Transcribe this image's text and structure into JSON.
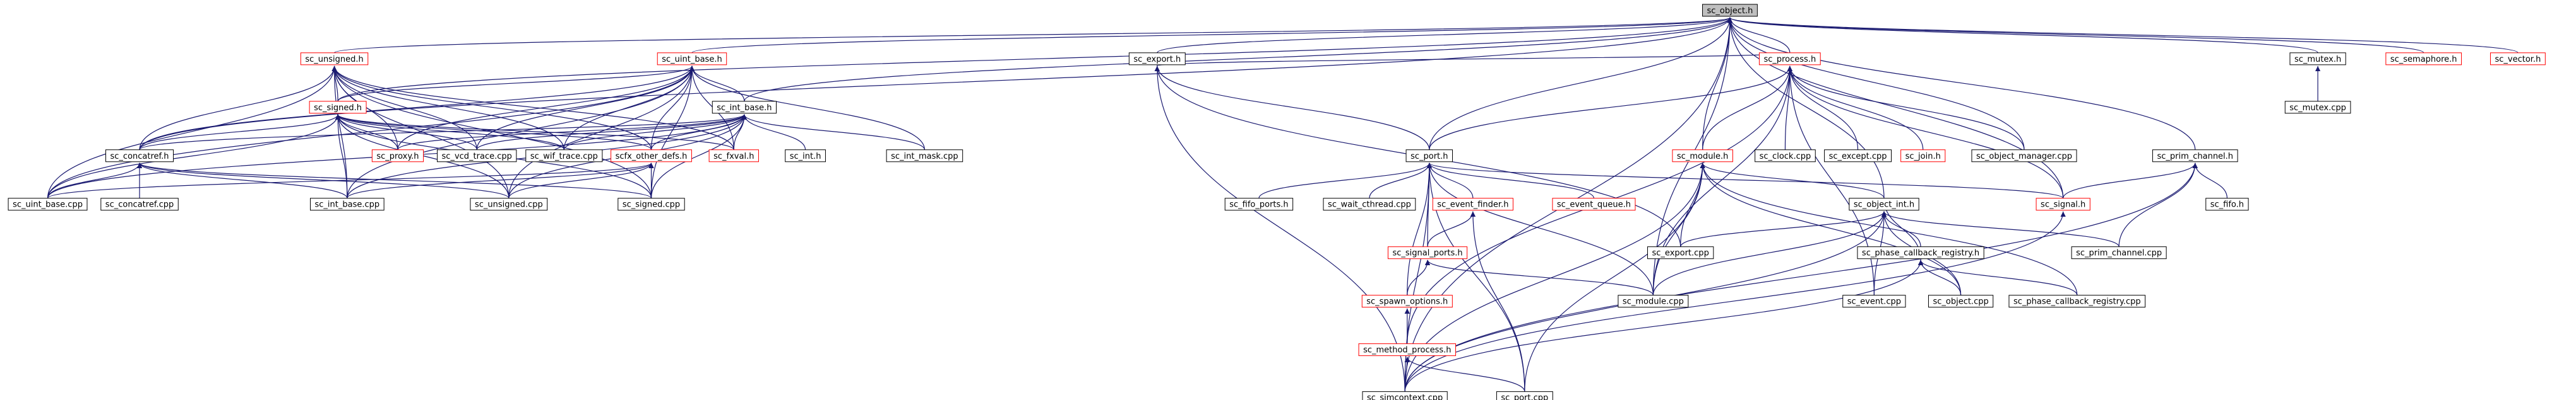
{
  "colors": {
    "background": "#ffffff",
    "node_border_black": "#000000",
    "node_border_red": "#ff0000",
    "root_fill": "#bfbfbf",
    "edge": "#191970",
    "text": "#000000"
  },
  "nodes": [
    {
      "id": "sc_object_h",
      "label": "sc_object.h",
      "kind": "root"
    },
    {
      "id": "sc_unsigned_h",
      "label": "sc_unsigned.h",
      "kind": "red"
    },
    {
      "id": "sc_uint_base_h",
      "label": "sc_uint_base.h",
      "kind": "red"
    },
    {
      "id": "sc_export_h",
      "label": "sc_export.h",
      "kind": "black"
    },
    {
      "id": "sc_process_h",
      "label": "sc_process.h",
      "kind": "red"
    },
    {
      "id": "sc_mutex_h",
      "label": "sc_mutex.h",
      "kind": "black"
    },
    {
      "id": "sc_semaphore_h",
      "label": "sc_semaphore.h",
      "kind": "red"
    },
    {
      "id": "sc_vector_h",
      "label": "sc_vector.h",
      "kind": "red"
    },
    {
      "id": "sc_signed_h",
      "label": "sc_signed.h",
      "kind": "red"
    },
    {
      "id": "sc_int_base_h",
      "label": "sc_int_base.h",
      "kind": "black"
    },
    {
      "id": "sc_concatref_h",
      "label": "sc_concatref.h",
      "kind": "black"
    },
    {
      "id": "sc_proxy_h",
      "label": "sc_proxy.h",
      "kind": "red"
    },
    {
      "id": "sc_vcd_trace_cpp",
      "label": "sc_vcd_trace.cpp",
      "kind": "black"
    },
    {
      "id": "sc_wif_trace_cpp",
      "label": "sc_wif_trace.cpp",
      "kind": "black"
    },
    {
      "id": "scfx_other_defs_h",
      "label": "scfx_other_defs.h",
      "kind": "red"
    },
    {
      "id": "sc_fxval_h",
      "label": "sc_fxval.h",
      "kind": "red"
    },
    {
      "id": "sc_int_h",
      "label": "sc_int.h",
      "kind": "black"
    },
    {
      "id": "sc_int_mask_cpp",
      "label": "sc_int_mask.cpp",
      "kind": "black"
    },
    {
      "id": "sc_uint_base_cpp",
      "label": "sc_uint_base.cpp",
      "kind": "black"
    },
    {
      "id": "sc_concatref_cpp",
      "label": "sc_concatref.cpp",
      "kind": "black"
    },
    {
      "id": "sc_int_base_cpp",
      "label": "sc_int_base.cpp",
      "kind": "black"
    },
    {
      "id": "sc_unsigned_cpp",
      "label": "sc_unsigned.cpp",
      "kind": "black"
    },
    {
      "id": "sc_signed_cpp",
      "label": "sc_signed.cpp",
      "kind": "black"
    },
    {
      "id": "sc_port_h",
      "label": "sc_port.h",
      "kind": "black"
    },
    {
      "id": "sc_module_h",
      "label": "sc_module.h",
      "kind": "red"
    },
    {
      "id": "sc_clock_cpp",
      "label": "sc_clock.cpp",
      "kind": "black"
    },
    {
      "id": "sc_except_cpp",
      "label": "sc_except.cpp",
      "kind": "black"
    },
    {
      "id": "sc_join_h",
      "label": "sc_join.h",
      "kind": "red"
    },
    {
      "id": "sc_object_manager_cpp",
      "label": "sc_object_manager.cpp",
      "kind": "black"
    },
    {
      "id": "sc_prim_channel_h",
      "label": "sc_prim_channel.h",
      "kind": "black"
    },
    {
      "id": "sc_mutex_cpp",
      "label": "sc_mutex.cpp",
      "kind": "black"
    },
    {
      "id": "sc_fifo_ports_h",
      "label": "sc_fifo_ports.h",
      "kind": "black"
    },
    {
      "id": "sc_wait_cthread_cpp",
      "label": "sc_wait_cthread.cpp",
      "kind": "black"
    },
    {
      "id": "sc_event_finder_h",
      "label": "sc_event_finder.h",
      "kind": "red"
    },
    {
      "id": "sc_event_queue_h",
      "label": "sc_event_queue.h",
      "kind": "red"
    },
    {
      "id": "sc_object_int_h",
      "label": "sc_object_int.h",
      "kind": "black"
    },
    {
      "id": "sc_signal_h",
      "label": "sc_signal.h",
      "kind": "red"
    },
    {
      "id": "sc_fifo_h",
      "label": "sc_fifo.h",
      "kind": "black"
    },
    {
      "id": "sc_signal_ports_h",
      "label": "sc_signal_ports.h",
      "kind": "red"
    },
    {
      "id": "sc_export_cpp",
      "label": "sc_export.cpp",
      "kind": "black"
    },
    {
      "id": "sc_prim_channel_cpp",
      "label": "sc_prim_channel.cpp",
      "kind": "black"
    },
    {
      "id": "sc_phase_callback_registry_h",
      "label": "sc_phase_callback_registry.h",
      "kind": "black"
    },
    {
      "id": "sc_spawn_options_h",
      "label": "sc_spawn_options.h",
      "kind": "red"
    },
    {
      "id": "sc_module_cpp",
      "label": "sc_module.cpp",
      "kind": "black"
    },
    {
      "id": "sc_event_cpp",
      "label": "sc_event.cpp",
      "kind": "black"
    },
    {
      "id": "sc_object_cpp",
      "label": "sc_object.cpp",
      "kind": "black"
    },
    {
      "id": "sc_phase_callback_registry_cpp",
      "label": "sc_phase_callback_registry.cpp",
      "kind": "black"
    },
    {
      "id": "sc_method_process_h",
      "label": "sc_method_process.h",
      "kind": "red"
    },
    {
      "id": "sc_simcontext_cpp",
      "label": "sc_simcontext.cpp",
      "kind": "black"
    },
    {
      "id": "sc_port_cpp",
      "label": "sc_port.cpp",
      "kind": "black"
    }
  ],
  "edges": [
    [
      "sc_unsigned_h",
      "sc_object_h"
    ],
    [
      "sc_uint_base_h",
      "sc_object_h"
    ],
    [
      "sc_export_h",
      "sc_object_h"
    ],
    [
      "sc_process_h",
      "sc_object_h"
    ],
    [
      "sc_mutex_h",
      "sc_object_h"
    ],
    [
      "sc_semaphore_h",
      "sc_object_h"
    ],
    [
      "sc_vector_h",
      "sc_object_h"
    ],
    [
      "sc_prim_channel_h",
      "sc_object_h"
    ],
    [
      "sc_port_h",
      "sc_object_h"
    ],
    [
      "sc_object_manager_cpp",
      "sc_object_h"
    ],
    [
      "sc_signal_h",
      "sc_object_h"
    ],
    [
      "sc_module_cpp",
      "sc_object_h"
    ],
    [
      "sc_simcontext_cpp",
      "sc_object_h"
    ],
    [
      "sc_int_base_h",
      "sc_object_h"
    ],
    [
      "sc_concatref_h",
      "sc_object_h"
    ],
    [
      "sc_signed_h",
      "sc_object_h"
    ],
    [
      "sc_module_h",
      "sc_object_h"
    ],
    [
      "sc_object_int_h",
      "sc_object_h"
    ],
    [
      "sc_signed_h",
      "sc_unsigned_h"
    ],
    [
      "sc_concatref_h",
      "sc_unsigned_h"
    ],
    [
      "sc_proxy_h",
      "sc_unsigned_h"
    ],
    [
      "sc_vcd_trace_cpp",
      "sc_unsigned_h"
    ],
    [
      "sc_wif_trace_cpp",
      "sc_unsigned_h"
    ],
    [
      "scfx_other_defs_h",
      "sc_unsigned_h"
    ],
    [
      "sc_fxval_h",
      "sc_unsigned_h"
    ],
    [
      "sc_uint_base_cpp",
      "sc_unsigned_h"
    ],
    [
      "sc_unsigned_cpp",
      "sc_unsigned_h"
    ],
    [
      "sc_signed_cpp",
      "sc_unsigned_h"
    ],
    [
      "sc_int_base_cpp",
      "sc_unsigned_h"
    ],
    [
      "sc_signed_h",
      "sc_uint_base_h"
    ],
    [
      "sc_int_base_h",
      "sc_uint_base_h"
    ],
    [
      "sc_concatref_h",
      "sc_uint_base_h"
    ],
    [
      "sc_proxy_h",
      "sc_uint_base_h"
    ],
    [
      "sc_vcd_trace_cpp",
      "sc_uint_base_h"
    ],
    [
      "sc_wif_trace_cpp",
      "sc_uint_base_h"
    ],
    [
      "scfx_other_defs_h",
      "sc_uint_base_h"
    ],
    [
      "sc_fxval_h",
      "sc_uint_base_h"
    ],
    [
      "sc_int_mask_cpp",
      "sc_uint_base_h"
    ],
    [
      "sc_uint_base_cpp",
      "sc_uint_base_h"
    ],
    [
      "sc_unsigned_cpp",
      "sc_uint_base_h"
    ],
    [
      "sc_signed_cpp",
      "sc_uint_base_h"
    ],
    [
      "sc_int_base_cpp",
      "sc_uint_base_h"
    ],
    [
      "sc_concatref_h",
      "sc_signed_h"
    ],
    [
      "sc_proxy_h",
      "sc_signed_h"
    ],
    [
      "sc_vcd_trace_cpp",
      "sc_signed_h"
    ],
    [
      "sc_wif_trace_cpp",
      "sc_signed_h"
    ],
    [
      "scfx_other_defs_h",
      "sc_signed_h"
    ],
    [
      "sc_fxval_h",
      "sc_signed_h"
    ],
    [
      "sc_uint_base_cpp",
      "sc_signed_h"
    ],
    [
      "sc_int_base_cpp",
      "sc_signed_h"
    ],
    [
      "sc_unsigned_cpp",
      "sc_signed_h"
    ],
    [
      "sc_signed_cpp",
      "sc_signed_h"
    ],
    [
      "sc_concatref_h",
      "sc_int_base_h"
    ],
    [
      "sc_proxy_h",
      "sc_int_base_h"
    ],
    [
      "sc_vcd_trace_cpp",
      "sc_int_base_h"
    ],
    [
      "sc_wif_trace_cpp",
      "sc_int_base_h"
    ],
    [
      "scfx_other_defs_h",
      "sc_int_base_h"
    ],
    [
      "sc_fxval_h",
      "sc_int_base_h"
    ],
    [
      "sc_int_h",
      "sc_int_base_h"
    ],
    [
      "sc_int_mask_cpp",
      "sc_int_base_h"
    ],
    [
      "sc_int_base_cpp",
      "sc_int_base_h"
    ],
    [
      "sc_unsigned_cpp",
      "sc_int_base_h"
    ],
    [
      "sc_signed_cpp",
      "sc_int_base_h"
    ],
    [
      "sc_uint_base_cpp",
      "sc_int_base_h"
    ],
    [
      "sc_uint_base_cpp",
      "sc_concatref_h"
    ],
    [
      "sc_concatref_cpp",
      "sc_concatref_h"
    ],
    [
      "sc_int_base_cpp",
      "sc_concatref_h"
    ],
    [
      "sc_unsigned_cpp",
      "sc_concatref_h"
    ],
    [
      "sc_signed_cpp",
      "sc_concatref_h"
    ],
    [
      "sc_unsigned_cpp",
      "scfx_other_defs_h"
    ],
    [
      "sc_signed_cpp",
      "scfx_other_defs_h"
    ],
    [
      "sc_int_base_cpp",
      "scfx_other_defs_h"
    ],
    [
      "sc_uint_base_cpp",
      "scfx_other_defs_h"
    ],
    [
      "sc_port_h",
      "sc_export_h"
    ],
    [
      "sc_process_h",
      "sc_export_h"
    ],
    [
      "sc_export_cpp",
      "sc_export_h"
    ],
    [
      "sc_simcontext_cpp",
      "sc_export_h"
    ],
    [
      "sc_port_h",
      "sc_process_h"
    ],
    [
      "sc_module_h",
      "sc_process_h"
    ],
    [
      "sc_clock_cpp",
      "sc_process_h"
    ],
    [
      "sc_except_cpp",
      "sc_process_h"
    ],
    [
      "sc_join_h",
      "sc_process_h"
    ],
    [
      "sc_object_manager_cpp",
      "sc_process_h"
    ],
    [
      "sc_signal_h",
      "sc_process_h"
    ],
    [
      "sc_method_process_h",
      "sc_process_h"
    ],
    [
      "sc_module_cpp",
      "sc_process_h"
    ],
    [
      "sc_event_cpp",
      "sc_process_h"
    ],
    [
      "sc_fifo_ports_h",
      "sc_port_h"
    ],
    [
      "sc_wait_cthread_cpp",
      "sc_port_h"
    ],
    [
      "sc_event_finder_h",
      "sc_port_h"
    ],
    [
      "sc_event_queue_h",
      "sc_port_h"
    ],
    [
      "sc_signal_ports_h",
      "sc_port_h"
    ],
    [
      "sc_signal_h",
      "sc_port_h"
    ],
    [
      "sc_module_cpp",
      "sc_port_h"
    ],
    [
      "sc_port_cpp",
      "sc_port_h"
    ],
    [
      "sc_simcontext_cpp",
      "sc_port_h"
    ],
    [
      "sc_spawn_options_h",
      "sc_port_h"
    ],
    [
      "sc_object_int_h",
      "sc_module_h"
    ],
    [
      "sc_export_cpp",
      "sc_module_h"
    ],
    [
      "sc_module_cpp",
      "sc_module_h"
    ],
    [
      "sc_object_cpp",
      "sc_module_h"
    ],
    [
      "sc_simcontext_cpp",
      "sc_module_h"
    ],
    [
      "sc_port_cpp",
      "sc_module_h"
    ],
    [
      "sc_phase_callback_registry_cpp",
      "sc_module_h"
    ],
    [
      "sc_mutex_cpp",
      "sc_mutex_h"
    ],
    [
      "sc_signal_h",
      "sc_prim_channel_h"
    ],
    [
      "sc_fifo_h",
      "sc_prim_channel_h"
    ],
    [
      "sc_prim_channel_cpp",
      "sc_prim_channel_h"
    ],
    [
      "sc_simcontext_cpp",
      "sc_prim_channel_h"
    ],
    [
      "sc_signal_ports_h",
      "sc_event_finder_h"
    ],
    [
      "sc_port_cpp",
      "sc_event_finder_h"
    ],
    [
      "sc_spawn_options_h",
      "sc_signal_ports_h"
    ],
    [
      "sc_module_cpp",
      "sc_signal_ports_h"
    ],
    [
      "sc_method_process_h",
      "sc_spawn_options_h"
    ],
    [
      "sc_simcontext_cpp",
      "sc_method_process_h"
    ],
    [
      "sc_port_cpp",
      "sc_method_process_h"
    ],
    [
      "sc_export_cpp",
      "sc_object_int_h"
    ],
    [
      "sc_prim_channel_cpp",
      "sc_object_int_h"
    ],
    [
      "sc_phase_callback_registry_h",
      "sc_object_int_h"
    ],
    [
      "sc_module_cpp",
      "sc_object_int_h"
    ],
    [
      "sc_event_cpp",
      "sc_object_int_h"
    ],
    [
      "sc_object_cpp",
      "sc_object_int_h"
    ],
    [
      "sc_simcontext_cpp",
      "sc_object_int_h"
    ],
    [
      "sc_object_int_h",
      "sc_phase_callback_registry_h"
    ],
    [
      "sc_object_cpp",
      "sc_phase_callback_registry_h"
    ],
    [
      "sc_phase_callback_registry_cpp",
      "sc_phase_callback_registry_h"
    ],
    [
      "sc_simcontext_cpp",
      "sc_phase_callback_registry_h"
    ],
    [
      "sc_simcontext_cpp",
      "sc_signal_h"
    ]
  ]
}
